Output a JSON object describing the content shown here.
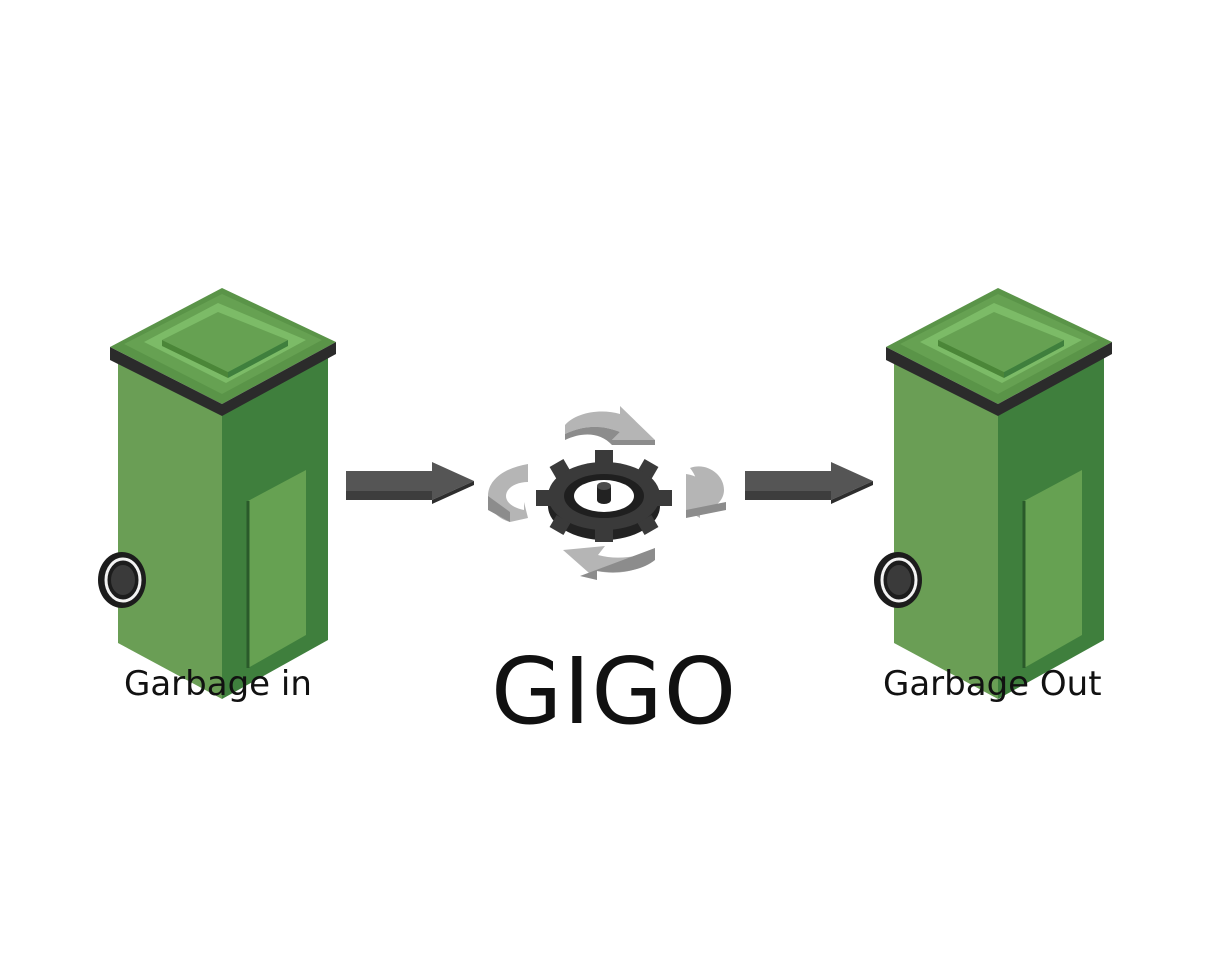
{
  "labels": {
    "input": "Garbage in",
    "output": "Garbage Out",
    "title": "GIGO"
  },
  "icons": [
    "trash-bin-icon",
    "arrow-right-icon",
    "gear-icon",
    "cycle-arrows-icon"
  ],
  "colors": {
    "bin_body_light": "#6a9e55",
    "bin_body_dark": "#3f7f3d",
    "bin_lid": "#66a152",
    "bin_lid_light": "#7cbb67",
    "bin_rim": "#2b2b2b",
    "wheel": "#1c1c1c",
    "arrow_body": "#555555",
    "gear": "#3a3a3a",
    "cycle_arrow": "#a9a9a9",
    "text": "#111111"
  }
}
